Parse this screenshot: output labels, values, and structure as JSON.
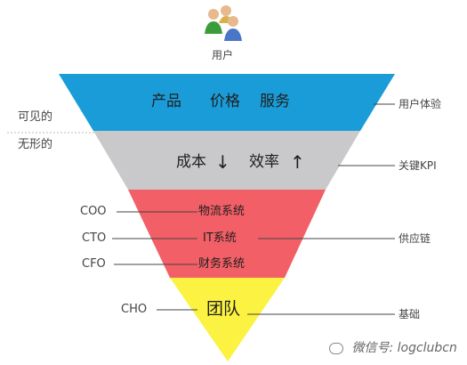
{
  "top_user_label": "用户",
  "left_labels": {
    "visible": "可见的",
    "invisible": "无形的"
  },
  "bands": {
    "top": {
      "items": [
        "产品",
        "价格",
        "服务"
      ],
      "right_label": "用户体验",
      "color": "#1a9cd8"
    },
    "second": {
      "items": [
        "成本",
        "效率"
      ],
      "arrows": [
        "↓",
        "↑"
      ],
      "right_label": "关键KPI",
      "color": "#c9c9cb"
    },
    "third": {
      "rows": [
        {
          "left": "COO",
          "text": "物流系统"
        },
        {
          "left": "CTO",
          "text": "IT系统"
        },
        {
          "left": "CFO",
          "text": "财务系统"
        }
      ],
      "right_label": "供应链",
      "color": "#f25f66"
    },
    "bottom": {
      "left": "CHO",
      "text": "团队",
      "right_label": "基础",
      "color": "#fbf241"
    }
  },
  "watermark": "微信号: logclubcn"
}
